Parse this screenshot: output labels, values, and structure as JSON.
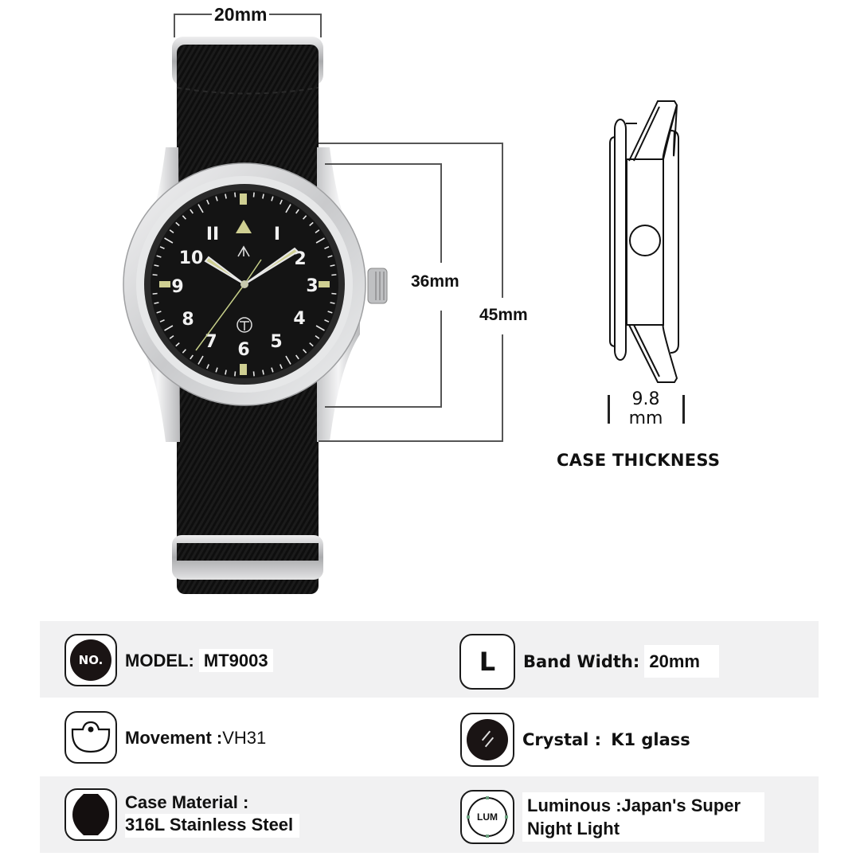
{
  "dimensions": {
    "band_width": "20mm",
    "dial_diameter": "36mm",
    "lug_to_lug": "45mm",
    "thickness_value": "9.8",
    "thickness_unit": "mm",
    "thickness_caption": "CASE THICKNESS"
  },
  "watch": {
    "dial_numerals": [
      "1",
      "2",
      "3",
      "4",
      "5",
      "6",
      "7",
      "8",
      "9",
      "10",
      "11"
    ],
    "dial_logo": "T",
    "colors": {
      "dial": "#141414",
      "lume": "#cfcf92",
      "case": "#d9dadc",
      "strap": "#101010"
    }
  },
  "specs": [
    {
      "icon": "number-badge-icon",
      "icon_text": "NO.",
      "label": "MODEL:",
      "value": "MT9003"
    },
    {
      "icon": "band-width-icon",
      "icon_text": "L",
      "label": "Band Width:",
      "value": "20mm"
    },
    {
      "icon": "movement-icon",
      "label": "Movement :",
      "value": "VH31"
    },
    {
      "icon": "crystal-icon",
      "label": "Crystal :",
      "value": "K1 glass"
    },
    {
      "icon": "watch-case-icon",
      "label": "Case Material :",
      "value": "316L Stainless Steel"
    },
    {
      "icon": "luminous-icon",
      "icon_text": "LUM",
      "label": "Luminous :",
      "value": "Japan's Super",
      "value_line2": "Night Light"
    }
  ]
}
